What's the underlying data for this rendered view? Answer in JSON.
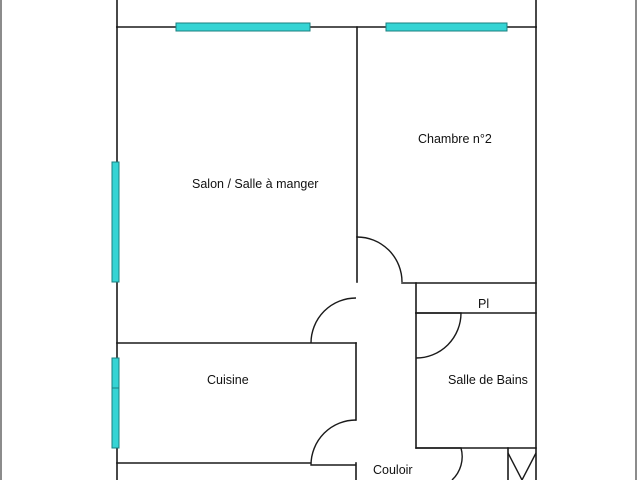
{
  "plan": {
    "rooms": {
      "salon": "Salon / Salle à manger",
      "chambre2": "Chambre n°2",
      "placard": "Pl",
      "cuisine": "Cuisine",
      "salle_de_bains": "Salle de Bains",
      "couloir": "Couloir"
    },
    "colors": {
      "wall": "#1a1a1a",
      "window_fill": "#35d4d4",
      "window_stroke": "#1b7f7f"
    }
  }
}
